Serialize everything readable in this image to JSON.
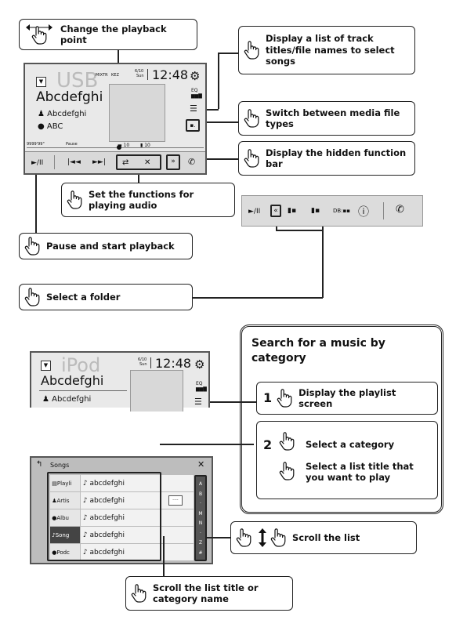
{
  "callouts": {
    "playback_point": "Change the playback point",
    "track_list": "Display a list of track titles/file names to select songs",
    "media_types": "Switch between media file types",
    "hidden_bar": "Display the hidden function bar",
    "audio_functions": "Set the functions for playing audio",
    "pause_start": "Pause and start playback",
    "select_folder": "Select a folder",
    "playlist_screen": "Display the playlist screen",
    "select_category": "Select a category",
    "select_list_title": "Select a list title that you want to play",
    "scroll_list": "Scroll the list",
    "scroll_title": "Scroll the list title or category name"
  },
  "search_box": {
    "title": "Search for a music by category",
    "step1": "1",
    "step2": "2"
  },
  "usb_screen": {
    "source": "USB",
    "title": "Abcdefghi",
    "artist": "Abcdefghi",
    "album": "ABC",
    "mixtrax": "MIXTR",
    "key": "KEZ",
    "date": "6/10",
    "day": "Sun",
    "time": "12:48",
    "eq": "EQ",
    "elapsed": "9999'99\"",
    "status": "Pause",
    "folder_a": "10",
    "folder_b": "10"
  },
  "hidden_bar": {
    "db": "DB"
  },
  "ipod_screen": {
    "source": "iPod",
    "title": "Abcdefghi",
    "artist": "Abcdefghi",
    "date": "6/10",
    "day": "Sun",
    "time": "12:48",
    "eq": "EQ"
  },
  "songs_list": {
    "header": "Songs",
    "categories": [
      "Playli",
      "Artis",
      "Albu",
      "Song",
      "Podc"
    ],
    "items": [
      "abcdefghi",
      "abcdefghi",
      "abcdefghi",
      "abcdefghi",
      "abcdefghi"
    ],
    "index": [
      "A",
      "B",
      "·",
      "M",
      "N",
      "·",
      "Z",
      "#"
    ],
    "more": "····"
  }
}
